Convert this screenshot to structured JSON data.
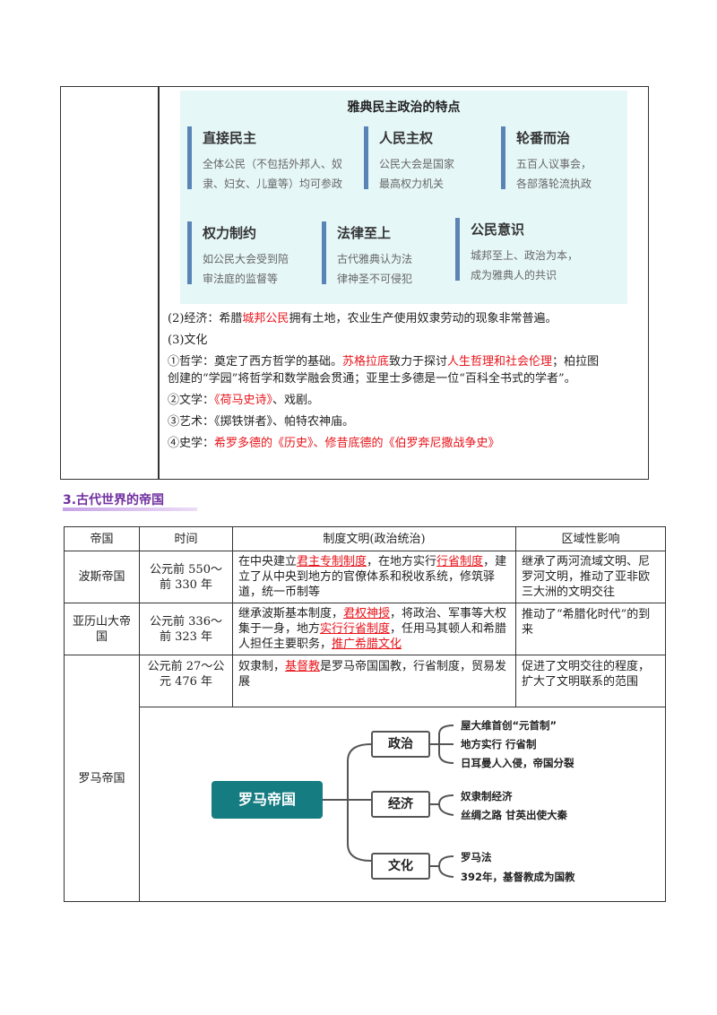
{
  "card": {
    "title": "雅典民主政治的特点",
    "features": [
      {
        "head": "直接民主",
        "lines": [
          "全体公民（不包括外邦人、奴",
          "隶、妇女、儿童等）均可参政"
        ]
      },
      {
        "head": "人民主权",
        "lines": [
          "公民大会是国家",
          "最高权力机关"
        ]
      },
      {
        "head": "轮番而治",
        "lines": [
          "五百人议事会，",
          "各部落轮流执政"
        ]
      },
      {
        "head": "权力制约",
        "lines": [
          "如公民大会受到陪",
          "审法庭的监督等"
        ]
      },
      {
        "head": "法律至上",
        "lines": [
          "古代雅典认为法",
          "律神圣不可侵犯"
        ]
      },
      {
        "head": "公民意识",
        "lines": [
          "城邦至上、政治为本，",
          "成为雅典人的共识"
        ]
      }
    ],
    "bar_color": "#5b84b6"
  },
  "text": {
    "econ_a": "(2)经济：希腊",
    "econ_b": "城邦公民",
    "econ_c": "拥有土地，农业生产使用奴隶劳动的现象非常普遍。",
    "culture": "(3)文化",
    "phil_a": "①哲学：奠定了西方哲学的基础。",
    "phil_b": "苏格拉底",
    "phil_c": "致力于探讨",
    "phil_d": "人生哲理和社会伦理",
    "phil_e": "；柏拉图",
    "phil_line2": "创建的“学园”将哲学和数学融会贯通；亚里士多德是一位“百科全书式的学者”。",
    "lit_a": "②文学：",
    "lit_b": "《荷马史诗》",
    "lit_c": "、戏剧。",
    "art": "③艺术：《掷铁饼者》、帕特农神庙。",
    "hist_a": "④史学：",
    "hist_b": "希罗多德的《历史》、修昔底德的《伯罗奔尼撒战争史》"
  },
  "section": {
    "title": "3.古代世界的帝国"
  },
  "table": {
    "headers": [
      "帝国",
      "时间",
      "制度文明(政治统治)",
      "区域性影响"
    ],
    "persia": {
      "name": "波斯帝国",
      "time": "公元前 550～前 330 年",
      "sys_a": "在中央建立",
      "sys_b": "君主专制制度",
      "sys_c": "，在地方实行",
      "sys_d": "行省制度",
      "sys_e": "，建立了从中央到地方的官僚体系和税收系统，修筑驿道，统一币制等",
      "impact": "继承了两河流域文明、尼罗河文明，推动了亚非欧三大洲的文明交往"
    },
    "alexander": {
      "name": "亚历山大帝国",
      "time": "公元前 336～前 323 年",
      "sys_a": "继承波斯基本制度，",
      "sys_b": "君权神授",
      "sys_c": "，将政治、军事等大权集于一身，地方",
      "sys_d": "实行行省制度",
      "sys_e": "，任用马其顿人和希腊人担任主要职务，",
      "sys_f": "推广希腊文化",
      "impact": "推动了“希腊化时代”的到来"
    },
    "rome": {
      "name": "罗马帝国",
      "time": "公元前 27～公元 476 年",
      "sys_a": "奴隶制，",
      "sys_b": "基督教",
      "sys_c": "是罗马帝国国教，行省制度，贸易发展",
      "impact": "促进了文明交往的程度，扩大了文明联系的范围"
    }
  },
  "mindmap": {
    "root": "罗马帝国",
    "root_color": "#157c82",
    "branches": [
      {
        "label": "政治",
        "leaves": [
          "屋大维首创“元首制”",
          "地方实行 行省制",
          "日耳曼人入侵，帝国分裂"
        ]
      },
      {
        "label": "经济",
        "leaves": [
          "奴隶制经济",
          "丝绸之路 甘英出使大秦"
        ]
      },
      {
        "label": "文化",
        "leaves": [
          "罗马法",
          "392年，基督教成为国教"
        ]
      }
    ]
  }
}
